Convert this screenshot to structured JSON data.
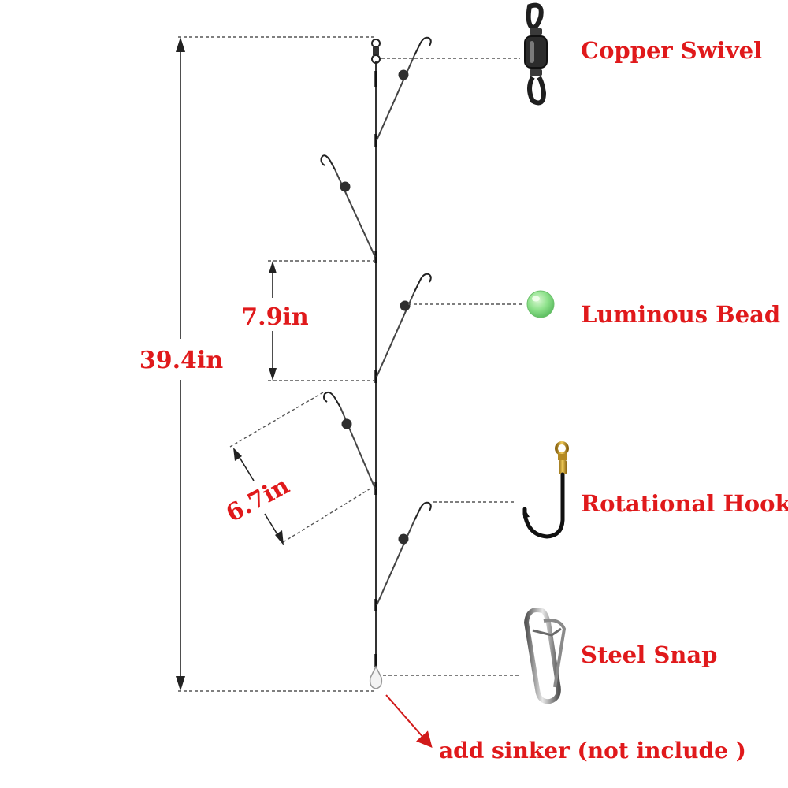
{
  "components": {
    "swivel": "Copper Swivel",
    "bead": "Luminous Bead",
    "hook": "Rotational Hook",
    "snap": "Steel Snap"
  },
  "dimensions": {
    "total_length": "39.4in",
    "branch_spacing": "7.9in",
    "branch_length": "6.7in"
  },
  "note": "add sinker (not include )",
  "colors": {
    "label": "#e0191b",
    "bead_glow": "#8fe28c",
    "hook_gold": "#c99a2c"
  }
}
